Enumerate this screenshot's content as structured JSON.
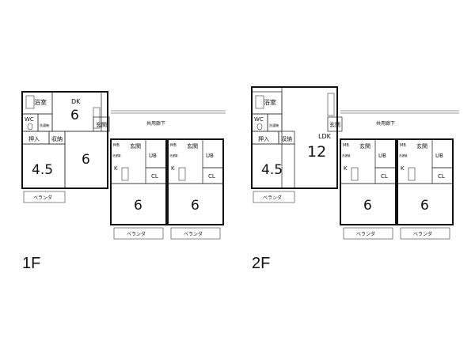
{
  "colors": {
    "tatami": "#a8d8a0",
    "dk": "#f8f0b0",
    "bedroom": "#f6d2d6",
    "bath": "#9ad0ea",
    "hall": "#ffffff",
    "wall": "#111111"
  },
  "floors": [
    {
      "label": "1F",
      "rooms": {
        "bath": "浴室",
        "wc": "WC",
        "dk_label": "DK",
        "dk_size": "6",
        "laundry": "洗濯機",
        "oshiire": "押入",
        "storage": "収納",
        "genkan_main": "玄関",
        "room1_size": "4.5",
        "room2_size": "6",
        "veranda_main": "ベランダ",
        "hallway": "共用廊下",
        "unit_a": {
          "mb": "MB",
          "laundry": "洗濯機",
          "genkan": "玄関",
          "k": "K",
          "ub": "UB",
          "cl": "CL",
          "size": "6",
          "veranda": "ベランダ"
        },
        "unit_b": {
          "mb": "MB",
          "laundry": "洗濯機",
          "genkan": "玄関",
          "k": "K",
          "ub": "UB",
          "cl": "CL",
          "size": "6",
          "veranda": "ベランダ"
        }
      }
    },
    {
      "label": "2F",
      "rooms": {
        "bath": "浴室",
        "wc": "WC",
        "dk_label": "LDK",
        "dk_size": "12",
        "laundry": "洗濯機",
        "oshiire": "押入",
        "storage": "収納",
        "genkan_main": "玄関",
        "room1_size": "4.5",
        "veranda_main": "ベランダ",
        "hallway": "共用廊下",
        "unit_a": {
          "mb": "MB",
          "laundry": "洗濯機",
          "genkan": "玄関",
          "k": "K",
          "ub": "UB",
          "cl": "CL",
          "size": "6",
          "veranda": "ベランダ"
        },
        "unit_b": {
          "mb": "MB",
          "laundry": "洗濯機",
          "genkan": "玄関",
          "k": "K",
          "ub": "UB",
          "cl": "CL",
          "size": "6",
          "veranda": "ベランダ"
        }
      }
    }
  ]
}
